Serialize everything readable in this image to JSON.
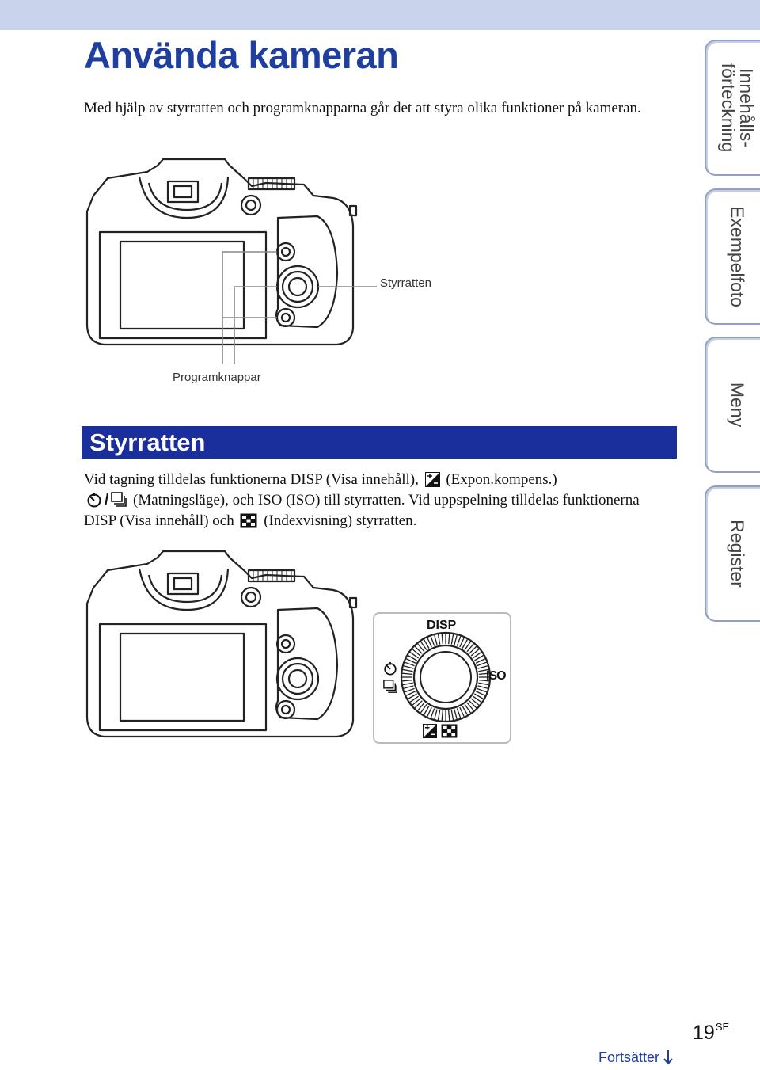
{
  "header": {
    "title": "Använda kameran"
  },
  "intro": "Med hjälp av styrratten och programknapparna går det att styra olika funktioner på kameran.",
  "figure1": {
    "label_wheel": "Styrratten",
    "label_buttons": "Programknappar"
  },
  "section": {
    "heading": "Styrratten",
    "p1": "Vid tagning tilldelas funktionerna DISP (Visa innehåll),",
    "p2": "(Expon.kompens.)",
    "p3": "(Matningsläge), och ISO (ISO) till styrratten. Vid uppspelning tilldelas funktionerna DISP (Visa innehåll) och",
    "p4": "(Indexvisning) styrratten."
  },
  "dial": {
    "top": "DISP",
    "right": "ISO"
  },
  "tabs": [
    {
      "line1": "Innehålls-",
      "line2": "förteckning"
    },
    {
      "line1": "Exempelfoto"
    },
    {
      "line1": "Meny"
    },
    {
      "line1": "Register"
    }
  ],
  "footer": {
    "page_number": "19",
    "page_suffix": "SE",
    "continue": "Fortsätter"
  }
}
